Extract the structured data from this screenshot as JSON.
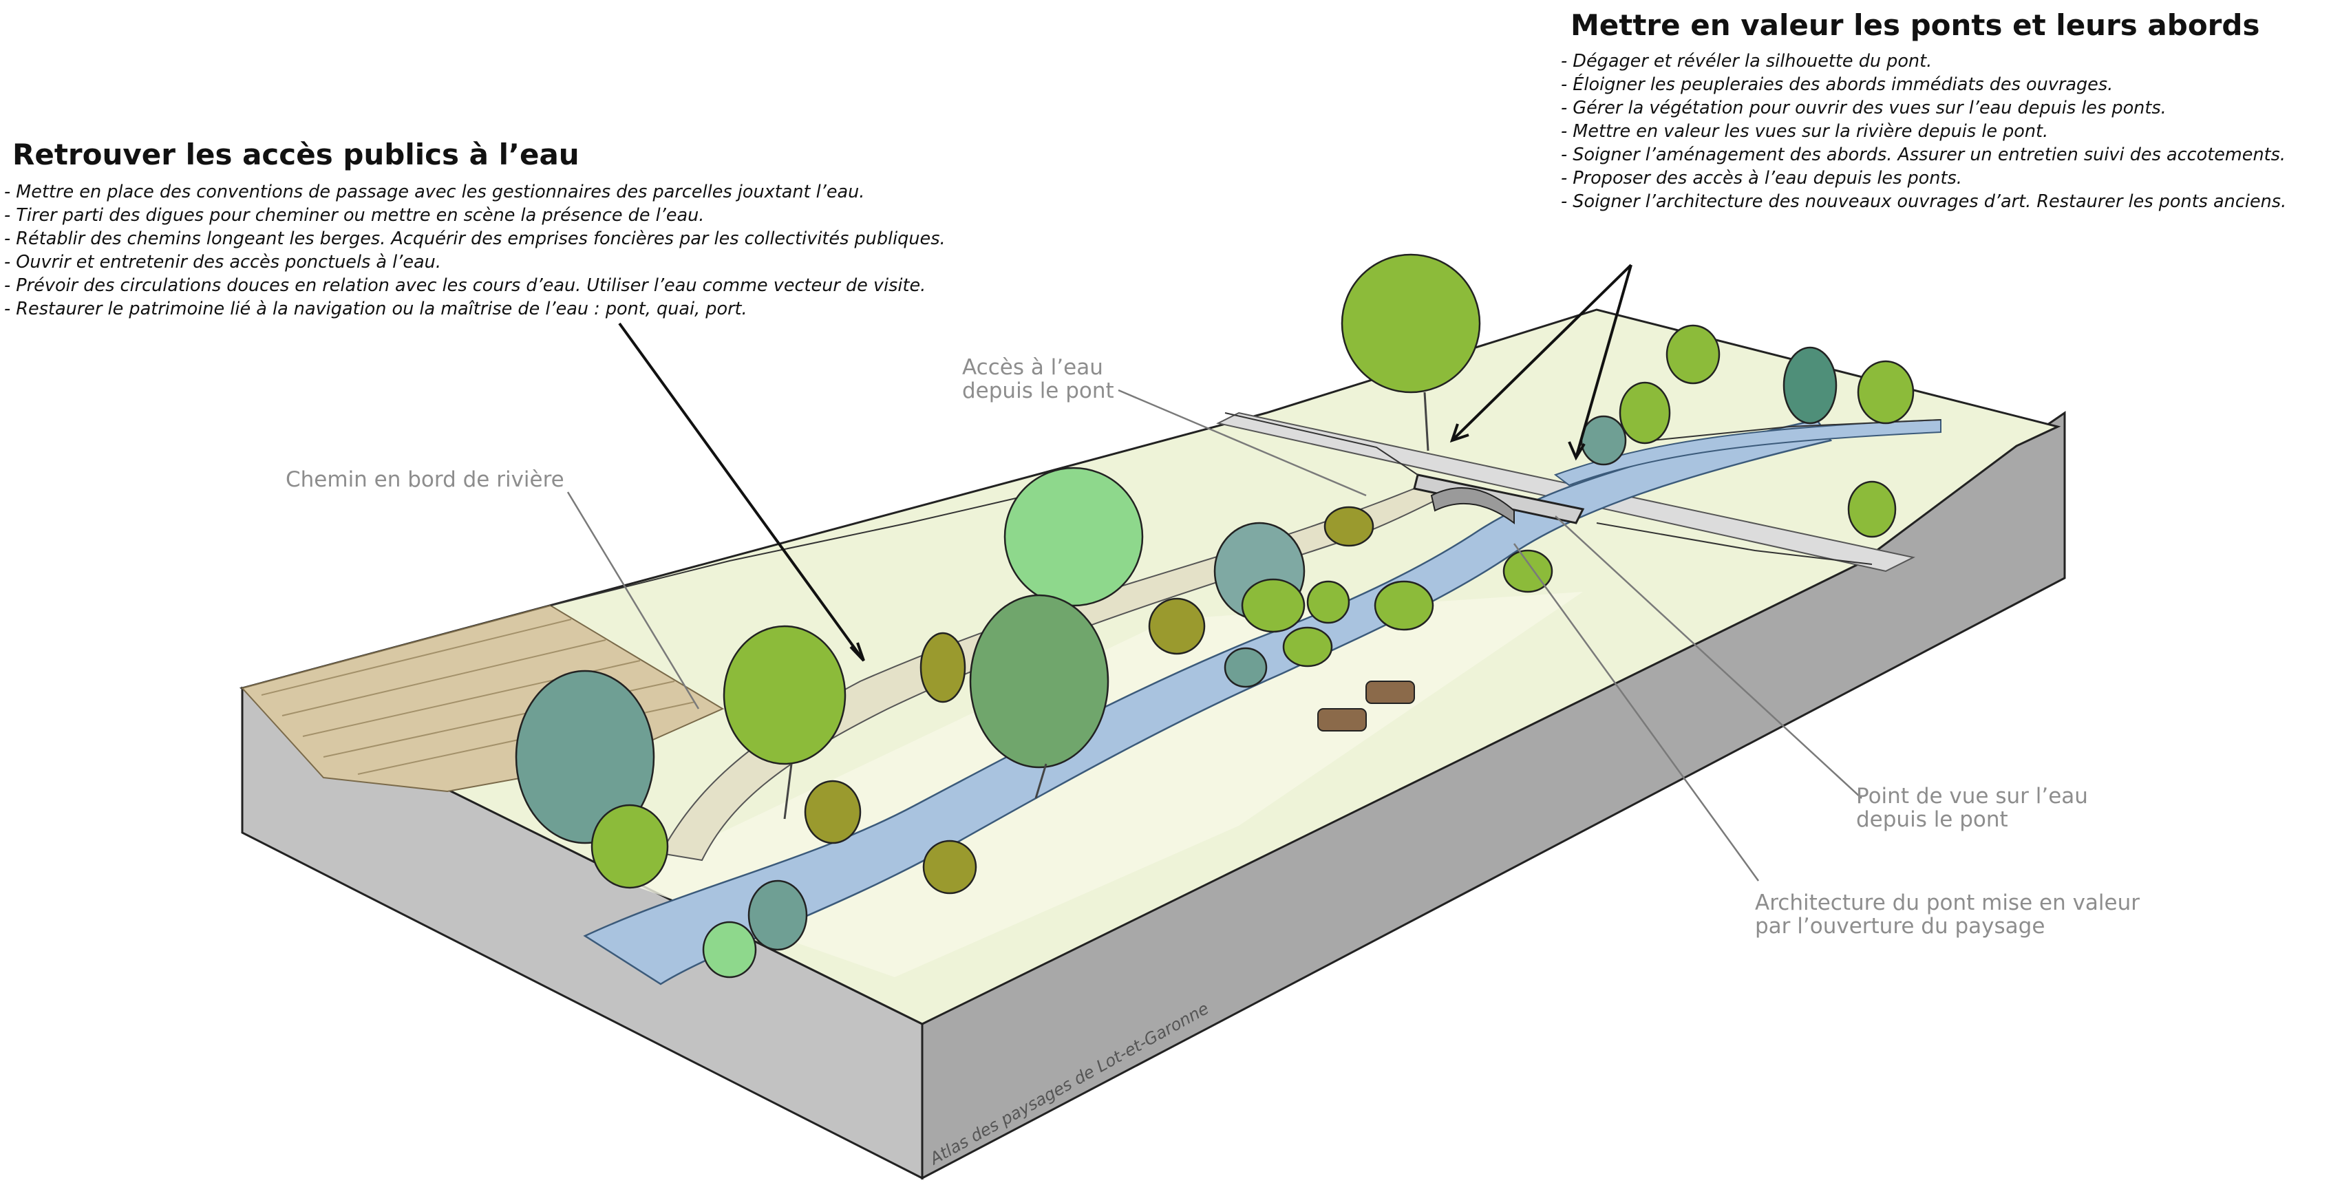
{
  "left_block": {
    "title": "Retrouver les accès publics à l’eau",
    "items": [
      "- Mettre en place des conventions de passage avec les gestionnaires des parcelles jouxtant l’eau.",
      "- Tirer parti des digues pour cheminer ou mettre en scène la présence de l’eau.",
      "- Rétablir des chemins longeant les berges. Acquérir des emprises foncières par les collectivités publiques.",
      "- Ouvrir et entretenir des accès ponctuels à l’eau.",
      "- Prévoir des circulations douces en relation avec les cours d’eau. Utiliser l’eau comme vecteur de visite.",
      "- Restaurer le patrimoine lié à la navigation ou la maîtrise de l’eau : pont, quai, port."
    ]
  },
  "right_block": {
    "title": "Mettre en valeur les ponts et leurs abords",
    "items": [
      "- Dégager et révéler la silhouette du pont.",
      "- Éloigner les peupleraies des abords immédiats des ouvrages.",
      "- Gérer la végétation pour ouvrir des vues sur l’eau depuis les ponts.",
      "- Mettre en valeur les vues sur la rivière depuis le pont.",
      "- Soigner l’aménagement des abords. Assurer un entretien suivi des accotements.",
      "- Proposer des accès à l’eau depuis les ponts.",
      "- Soigner l’architecture des nouveaux ouvrages d’art. Restaurer les ponts anciens."
    ]
  },
  "labels": {
    "chemin": "Chemin en bord de rivière",
    "acces_line1": "Accès à l’eau",
    "acces_line2": "depuis le pont",
    "point_de_vue_line1": "Point de vue sur l’eau",
    "point_de_vue_line2": "depuis le pont",
    "architecture_line1": "Architecture du pont mise en valeur",
    "architecture_line2": "par l’ouverture du paysage"
  },
  "credit": "Atlas des paysages de Lot-et-Garonne",
  "colors": {
    "meadow": "#eef3d8",
    "meadow_light": "#f6f8e6",
    "block_front": "#bdbdbd",
    "block_side": "#a6a6a6",
    "river": "#a9c3df",
    "path": "#e4e1c8",
    "field": "#d8c8a4",
    "tree_green": "#8cbb3a",
    "tree_olive": "#9a9a2e",
    "tree_teal": "#6f9f94",
    "tree_light": "#8ed88c",
    "label_grey": "#8d8d8d"
  }
}
